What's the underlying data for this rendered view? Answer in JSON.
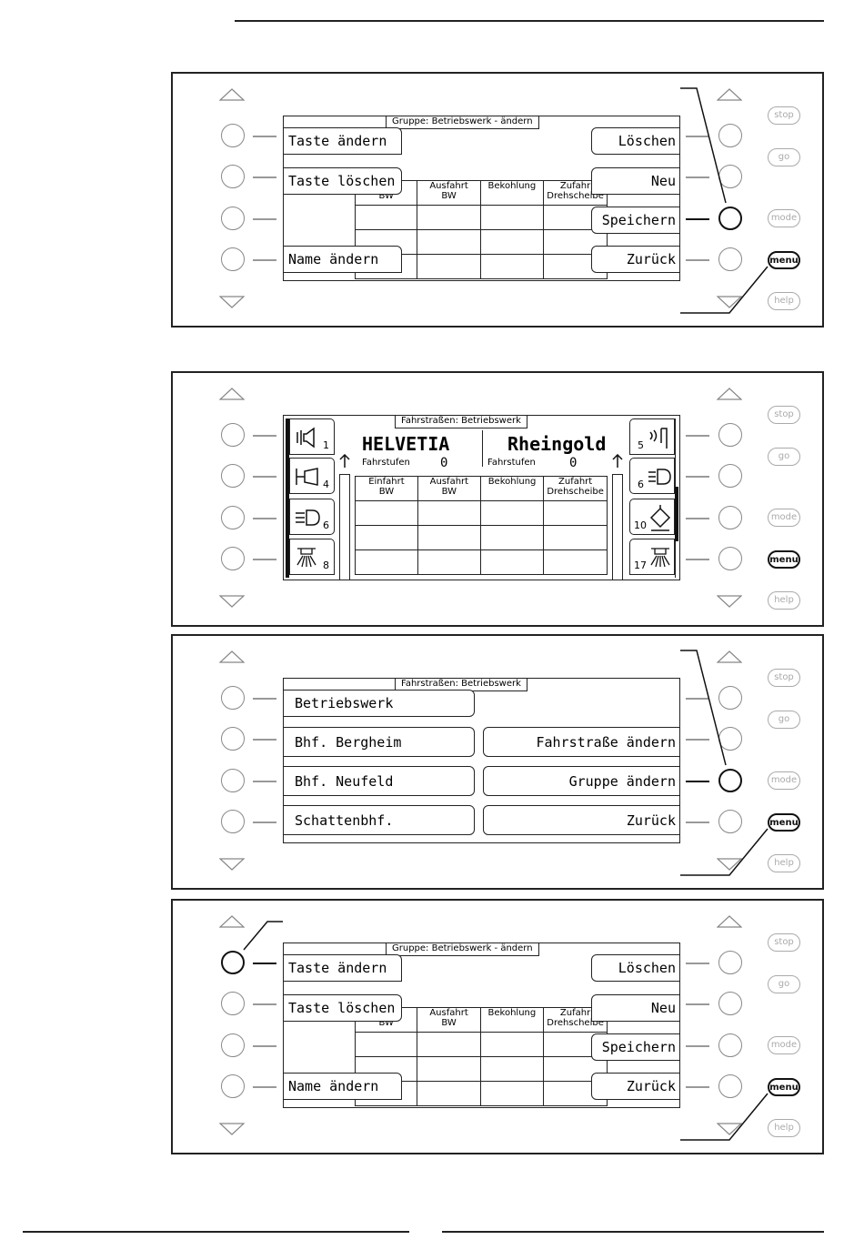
{
  "panel1": {
    "title": "Gruppe: Betriebswerk - ändern",
    "left_buttons": [
      "Taste ändern",
      "Taste löschen",
      "Name ändern"
    ],
    "right_buttons": [
      "Löschen",
      "Neu",
      "Speichern",
      "Zurück"
    ],
    "table_headers": [
      "rt",
      "Ausfahrt\nBW",
      "Bekohlung",
      "Zufahr\nDrehscheibe"
    ],
    "table_header_hidden": "BW"
  },
  "panel2": {
    "title": "Fahrstraßen: Betriebswerk",
    "loco_left": "HELVETIA",
    "loco_right": "Rheingold",
    "speed_label": "Fahrstufen",
    "speed_left": "0",
    "speed_right": "0",
    "table_headers": [
      "Einfahrt\nBW",
      "Ausfahrt\nBW",
      "Bekohlung",
      "Zufahrt\nDrehscheibe"
    ],
    "fn_left_nums": [
      "1",
      "4",
      "6",
      "8"
    ],
    "fn_right_nums": [
      "5",
      "6",
      "10",
      "17"
    ]
  },
  "panel3": {
    "title": "Fahrstraßen: Betriebswerk",
    "left_items": [
      "Betriebswerk",
      "Bhf. Bergheim",
      "Bhf. Neufeld",
      "Schattenbhf."
    ],
    "right_items": [
      "Fahrstraße ändern",
      "Gruppe ändern",
      "Zurück"
    ]
  },
  "panel4": {
    "title": "Gruppe: Betriebswerk - ändern",
    "left_buttons": [
      "Taste ändern",
      "Taste löschen",
      "Name ändern"
    ],
    "right_buttons": [
      "Löschen",
      "Neu",
      "Speichern",
      "Zurück"
    ],
    "table_headers": [
      "rt",
      "Ausfahrt\nBW",
      "Bekohlung",
      "Zufahr\nDrehscheibe"
    ],
    "table_header_hidden": "BW"
  },
  "hardware": {
    "stop": "stop",
    "go": "go",
    "mode": "mode",
    "menu": "menu",
    "help": "help"
  }
}
